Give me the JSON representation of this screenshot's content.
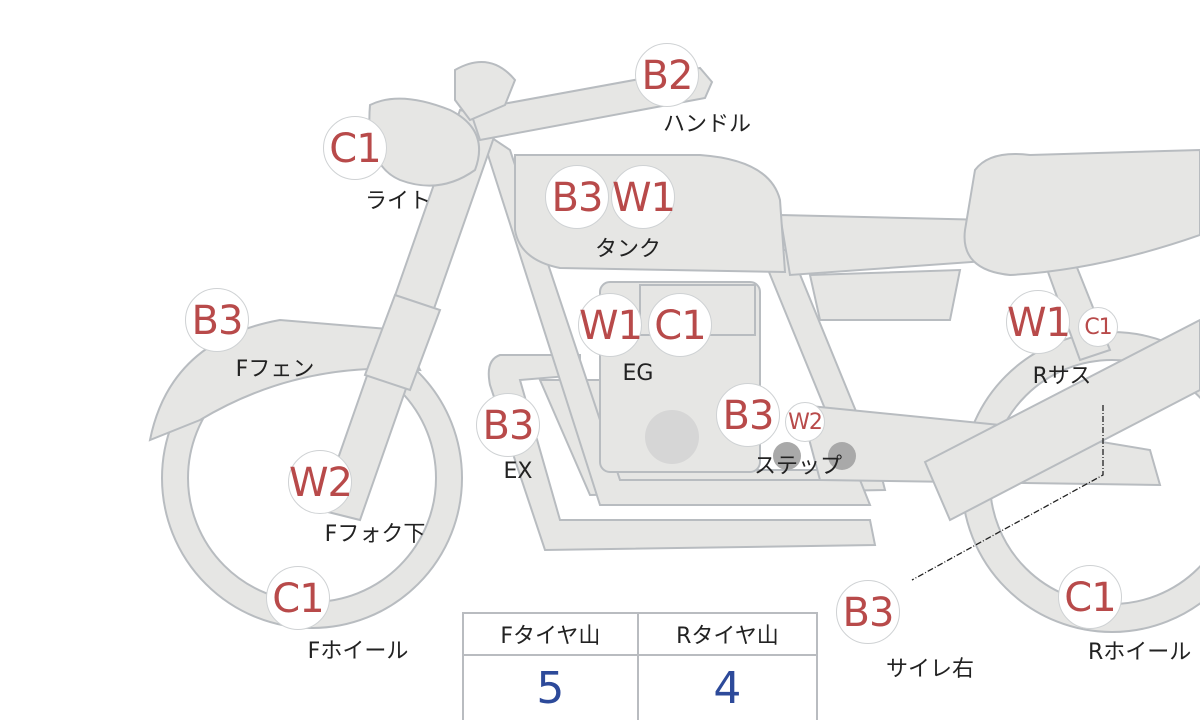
{
  "colors": {
    "badge_text": "#b84a4a",
    "value_text": "#2d4a9a",
    "body_fill": "#e6e6e4",
    "outline": "#b8bcc0"
  },
  "parts": [
    {
      "id": "handle",
      "label": "ハンドル",
      "badges": [
        "B2"
      ]
    },
    {
      "id": "light",
      "label": "ライト",
      "badges": [
        "C1"
      ]
    },
    {
      "id": "tank",
      "label": "タンク",
      "badges": [
        "B3",
        "W1"
      ]
    },
    {
      "id": "f-fender",
      "label": "Fフェン",
      "badges": [
        "B3"
      ]
    },
    {
      "id": "engine",
      "label": "EG",
      "badges": [
        "W1",
        "C1"
      ]
    },
    {
      "id": "r-suspension",
      "label": "Rサス",
      "badges": [
        "W1",
        "C1"
      ]
    },
    {
      "id": "exhaust",
      "label": "EX",
      "badges": [
        "B3"
      ]
    },
    {
      "id": "step",
      "label": "ステップ",
      "badges": [
        "B3",
        "W2"
      ]
    },
    {
      "id": "f-fork-lower",
      "label": "Fフォク下",
      "badges": [
        "W2"
      ]
    },
    {
      "id": "f-wheel",
      "label": "Fホイール",
      "badges": [
        "C1"
      ]
    },
    {
      "id": "silencer-right",
      "label": "サイレ右",
      "badges": [
        "B3"
      ]
    },
    {
      "id": "r-wheel",
      "label": "Rホイール",
      "badges": [
        "C1"
      ]
    }
  ],
  "tire_table": {
    "headers": [
      "Fタイヤ山",
      "Rタイヤ山"
    ],
    "values": [
      "5",
      "4"
    ]
  }
}
